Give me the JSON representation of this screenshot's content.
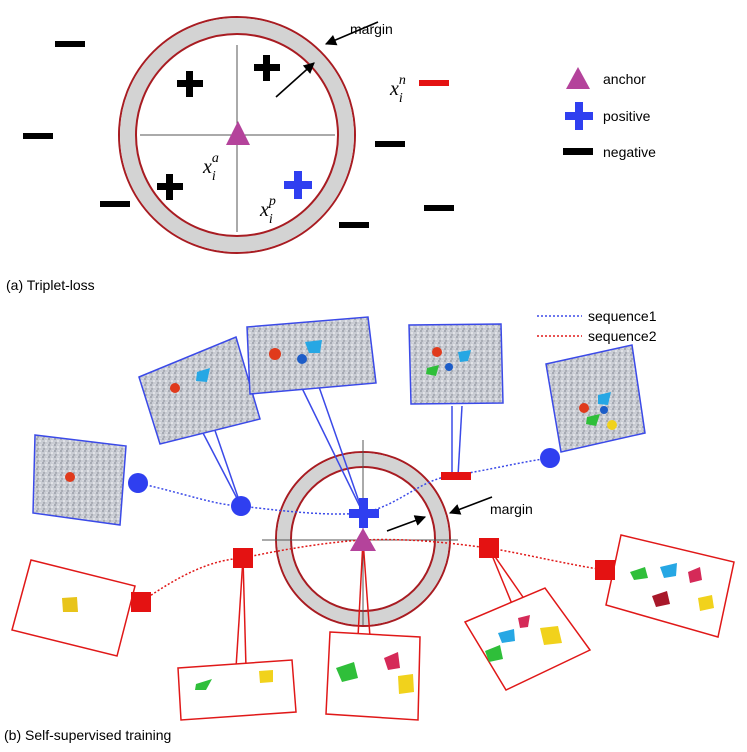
{
  "panel_a": {
    "caption": "(a)   Triplet-loss",
    "margin_label": "margin",
    "anchor_symbol": {
      "base": "x",
      "sub": "i",
      "sup": "a"
    },
    "positive_symbol": {
      "base": "x",
      "sub": "i",
      "sup": "p"
    },
    "negative_symbol": {
      "base": "x",
      "sub": "i",
      "sup": "n"
    },
    "legend": [
      {
        "label": "anchor",
        "shape": "triangle-icon",
        "color": "#b4439b"
      },
      {
        "label": "positive",
        "shape": "plus-icon",
        "color": "#2f3ff0"
      },
      {
        "label": "negative",
        "shape": "minus-icon",
        "color": "#000000"
      }
    ]
  },
  "panel_b": {
    "caption": "(b) Self-supervised training",
    "margin_label": "margin",
    "legend": [
      {
        "label": "sequence1",
        "color": "#3b4ae8"
      },
      {
        "label": "sequence2",
        "color": "#e01818"
      }
    ]
  },
  "colors": {
    "ring_gray": "#d3d3d3",
    "ring_outline": "#a81c22",
    "anchor": "#b4439b",
    "positive": "#2f3ff0",
    "negative_red": "#e41212",
    "sequence1": "#3b4ae8",
    "sequence2": "#e01818"
  }
}
